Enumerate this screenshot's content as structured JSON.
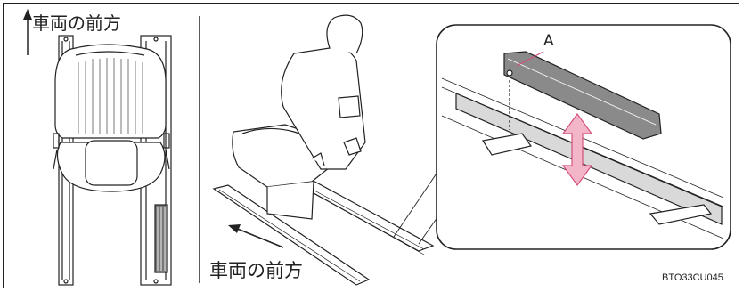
{
  "labels": {
    "vehicle_front_top": "車両の前方",
    "vehicle_front_bottom": "車両の前方",
    "callout": "A",
    "figure_code": "BTO33CU045"
  },
  "colors": {
    "line": "#222222",
    "rail_highlight": "#d9d9d9",
    "rail_dark": "#555555",
    "arrow_fill": "#f3b6c9",
    "arrow_stroke": "#d4507a",
    "bracket": "#8a8a8a"
  },
  "panels": [
    "top-view",
    "seat-rail-view",
    "bracket-detail"
  ]
}
